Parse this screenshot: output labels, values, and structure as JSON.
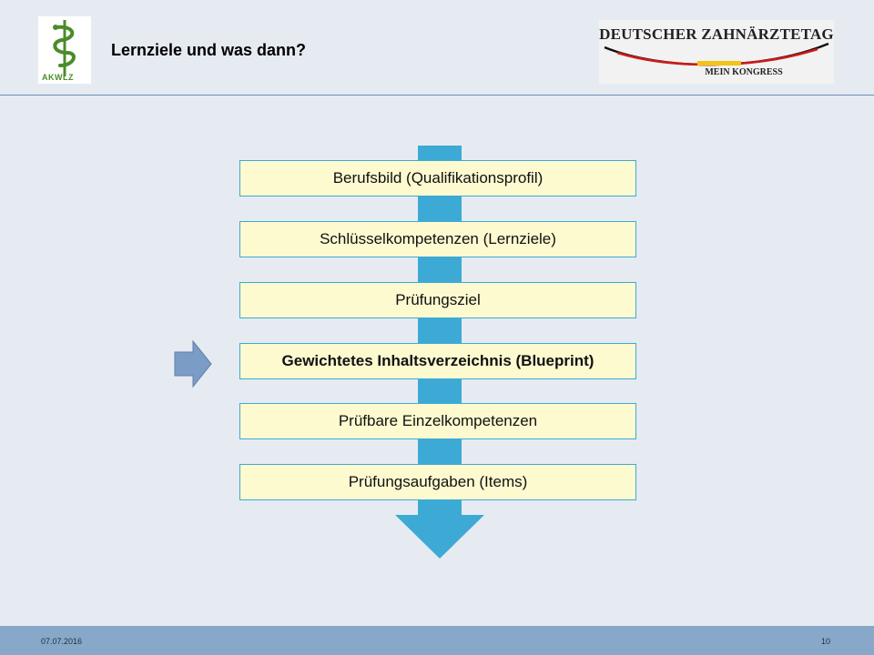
{
  "header": {
    "title": "Lernziele und was dann?",
    "left_logo": {
      "icon": "caduceus-icon",
      "text": "AKWLZ",
      "color": "#4a8c2a"
    },
    "right_logo": {
      "title": "DEUTSCHER ZAHNÄRZTETAG",
      "subtitle": "MEIN KONGRESS"
    }
  },
  "diagram": {
    "steps": [
      {
        "label": "Berufsbild (Qualifikationsprofil)",
        "highlighted": false
      },
      {
        "label": "Schlüsselkompetenzen  (Lernziele)",
        "highlighted": false
      },
      {
        "label": "Prüfungsziel",
        "highlighted": false
      },
      {
        "label": "Gewichtetes Inhaltsverzeichnis  (Blueprint)",
        "highlighted": true
      },
      {
        "label": "Prüfbare Einzelkompetenzen",
        "highlighted": false
      },
      {
        "label": "Prüfungsaufgaben  (Items)",
        "highlighted": false
      }
    ],
    "colors": {
      "arrow": "#3daad5",
      "box_fill": "#fdfad0",
      "pointer": "#7b9cc4"
    }
  },
  "footer": {
    "date": "07.07.2016",
    "page": "10"
  }
}
